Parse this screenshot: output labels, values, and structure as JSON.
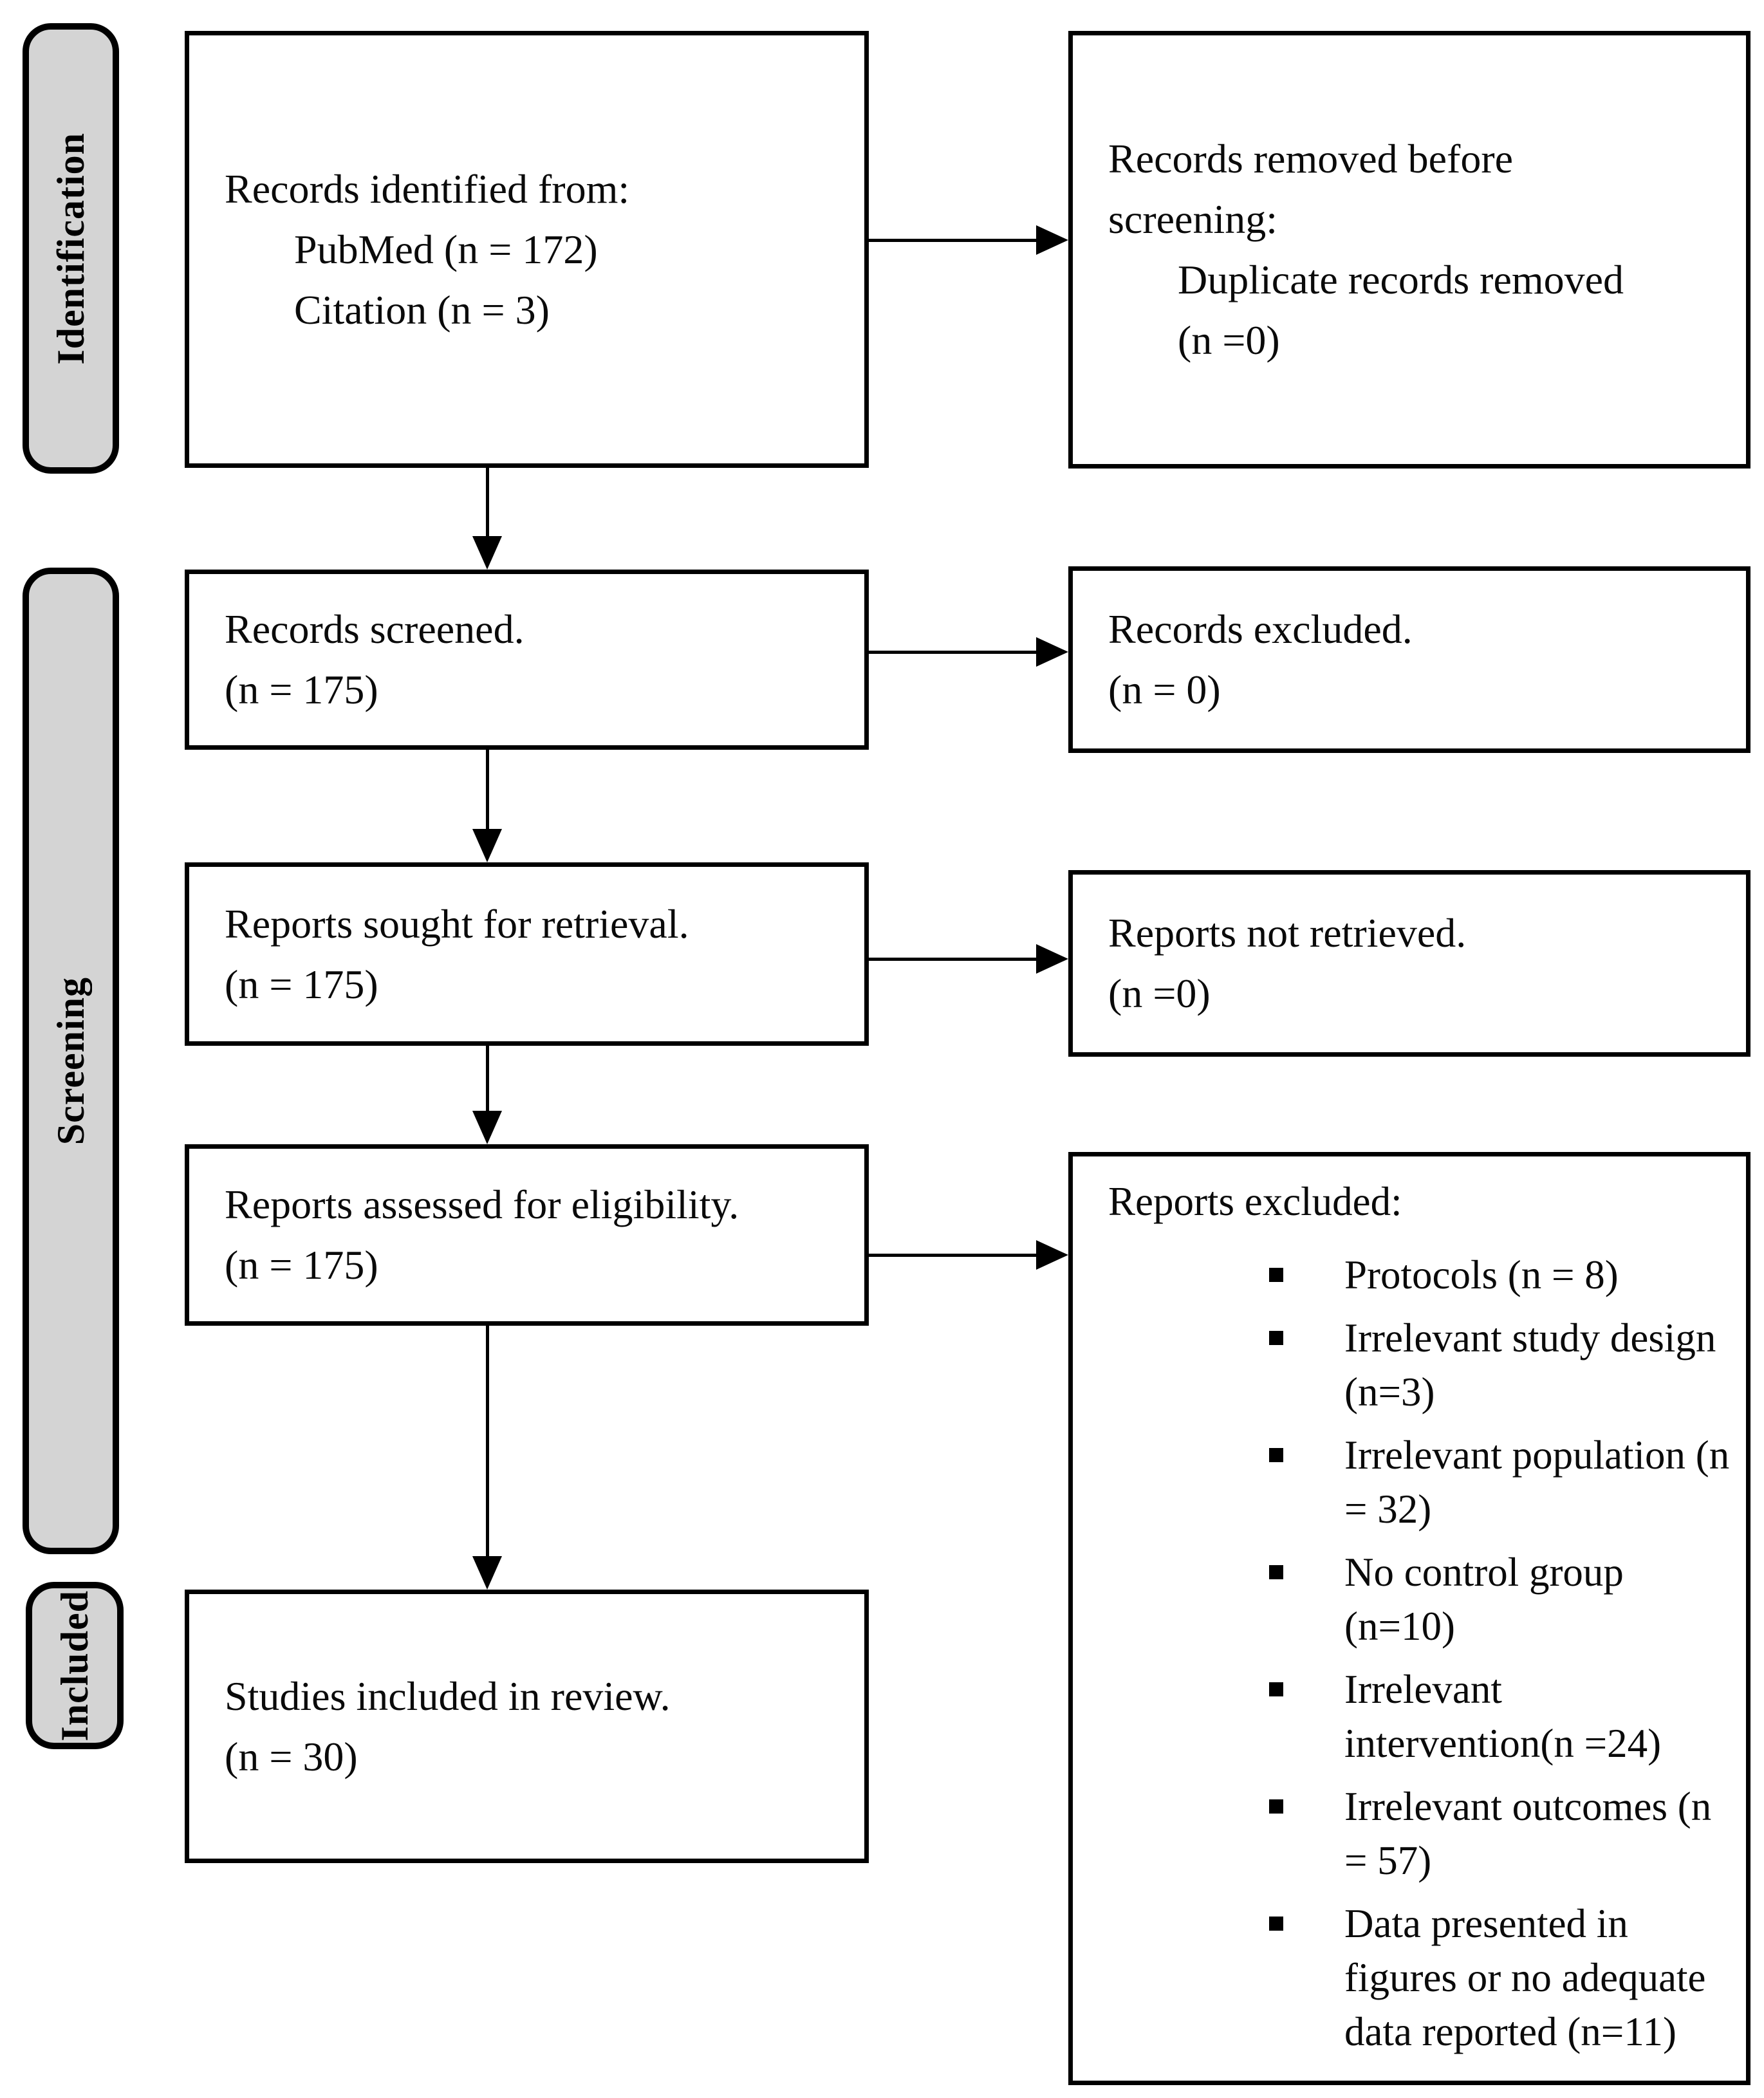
{
  "stages": {
    "identification": "Identification",
    "screening": "Screening",
    "included": "Included"
  },
  "main_flow": {
    "records_identified": {
      "title": "Records identified from:",
      "sources": [
        "PubMed (n = 172)",
        "Citation (n = 3)"
      ]
    },
    "records_screened": {
      "label": "Records screened.",
      "count": "(n = 175)"
    },
    "reports_sought": {
      "label": "Reports sought for retrieval.",
      "count": "(n = 175)"
    },
    "reports_assessed": {
      "label": "Reports assessed for eligibility.",
      "count": "(n = 175)"
    },
    "studies_included": {
      "label": "Studies included in review.",
      "count": "(n = 30)"
    }
  },
  "exclusion_flow": {
    "records_removed": {
      "title_line1": "Records removed before",
      "title_line2": "screening:",
      "detail": "Duplicate records removed",
      "count": "(n =0)"
    },
    "records_excluded": {
      "label": "Records excluded.",
      "count": "(n = 0)"
    },
    "reports_not_retrieved": {
      "label": "Reports not retrieved.",
      "count": "(n =0)"
    },
    "reports_excluded": {
      "title": "Reports excluded:",
      "reasons": [
        "Protocols (n = 8)",
        "Irrelevant study design (n=3)",
        "Irrelevant population (n = 32)",
        "No control group (n=10)",
        "Irrelevant intervention(n =24)",
        "Irrelevant outcomes (n = 57)",
        "Data presented in figures or no adequate data reported (n=11)"
      ]
    }
  },
  "style": {
    "box_border_color": "#000000",
    "stage_fill_color": "#d4d4d4",
    "background_color": "#ffffff",
    "text_color": "#0a0a0a"
  }
}
